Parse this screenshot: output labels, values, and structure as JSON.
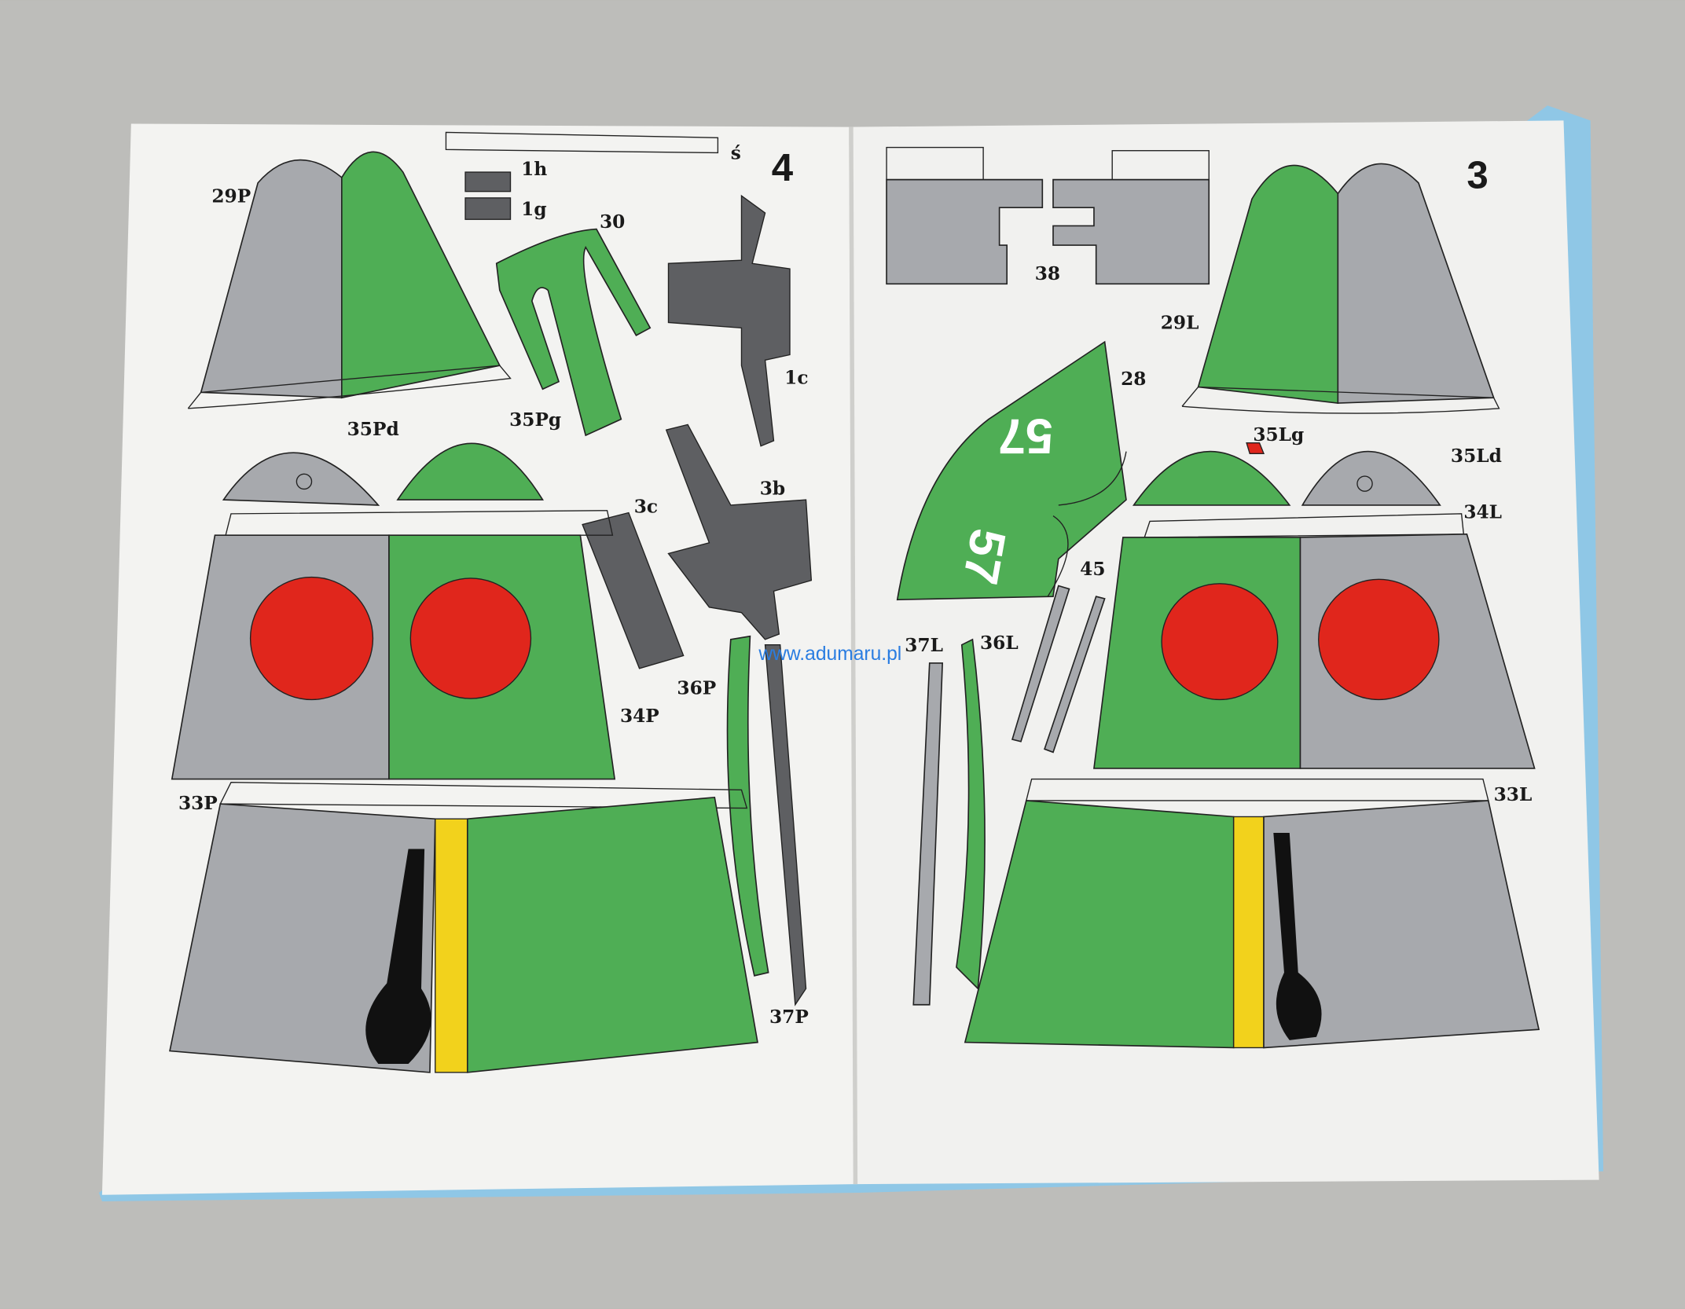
{
  "left_page": {
    "page_number": "4",
    "labels": [
      "29P",
      "1h",
      "1g",
      "ś",
      "30",
      "1c",
      "35Pd",
      "35Pg",
      "3c",
      "3b",
      "34P",
      "36P",
      "33P",
      "37P"
    ]
  },
  "right_page": {
    "page_number": "3",
    "labels": [
      "38",
      "29L",
      "28",
      "35Lg",
      "35Ld",
      "34L",
      "45",
      "37L",
      "36L",
      "33L"
    ],
    "tail_number": "57"
  },
  "watermark": "www.adumaru.pl",
  "colors": {
    "green": "#4fae55",
    "grey": "#a7a9ad",
    "dark_grey": "#5e5f62",
    "red": "#e0261c",
    "yellow": "#f2d21c",
    "paper": "#f4f4f2"
  }
}
